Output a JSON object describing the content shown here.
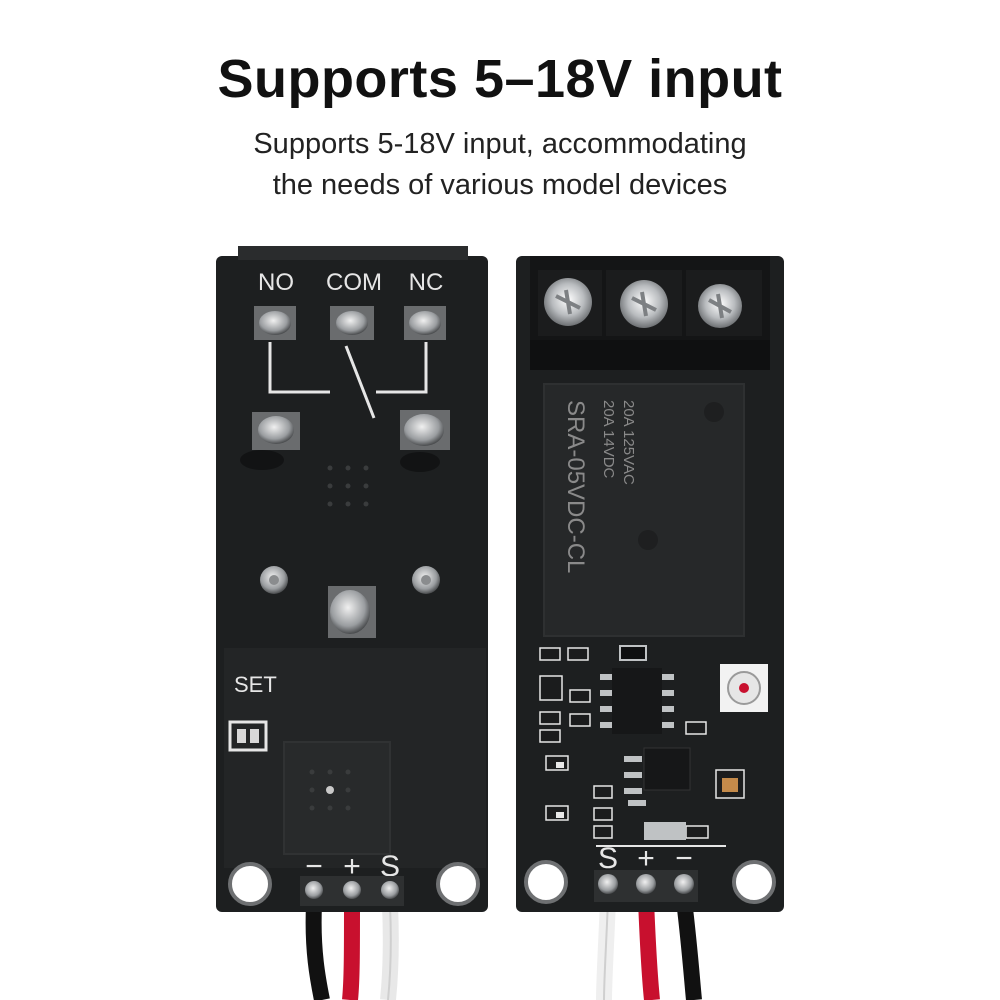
{
  "heading": {
    "title": "Supports 5–18V input",
    "subtitle": "Supports 5-18V input, accommodating the needs of various model devices"
  },
  "back_board": {
    "contact_labels": [
      "NO",
      "COM",
      "NC"
    ],
    "set_label": "SET",
    "pin_labels": [
      "−",
      "+",
      "S"
    ]
  },
  "front_board": {
    "relay_line1": "SRA-05VDC-CL",
    "relay_line2": "20A 14VDC",
    "relay_line3": "20A 125VAC",
    "pin_labels": [
      "S",
      "+",
      "−"
    ]
  },
  "colors": {
    "background": "#ffffff",
    "pcb": "#1d1f20",
    "relay_body": "#262829",
    "wire_black": "#111111",
    "wire_red": "#c8102e",
    "wire_white": "#f2f2f2"
  }
}
